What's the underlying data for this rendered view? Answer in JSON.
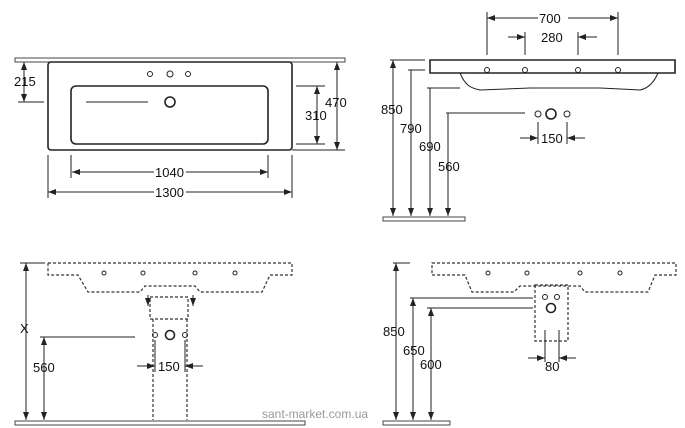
{
  "top_view": {
    "tap_spacing_label": "215",
    "bowl_depth": "310",
    "total_depth": "470",
    "bowl_width": "1040",
    "total_width": "1300"
  },
  "side_view": {
    "tap_outer": "700",
    "tap_inner": "280",
    "height_top": "850",
    "height_rim": "790",
    "height_bottom": "690",
    "height_drain": "560",
    "drain_spacing": "150"
  },
  "pedestal_view": {
    "height_x": "X",
    "height_drain": "560",
    "drain_spacing": "150"
  },
  "siphon_view": {
    "height_top": "850",
    "height_650": "650",
    "height_600": "600",
    "siphon_width": "80"
  },
  "watermark": "sant-market.com.ua"
}
